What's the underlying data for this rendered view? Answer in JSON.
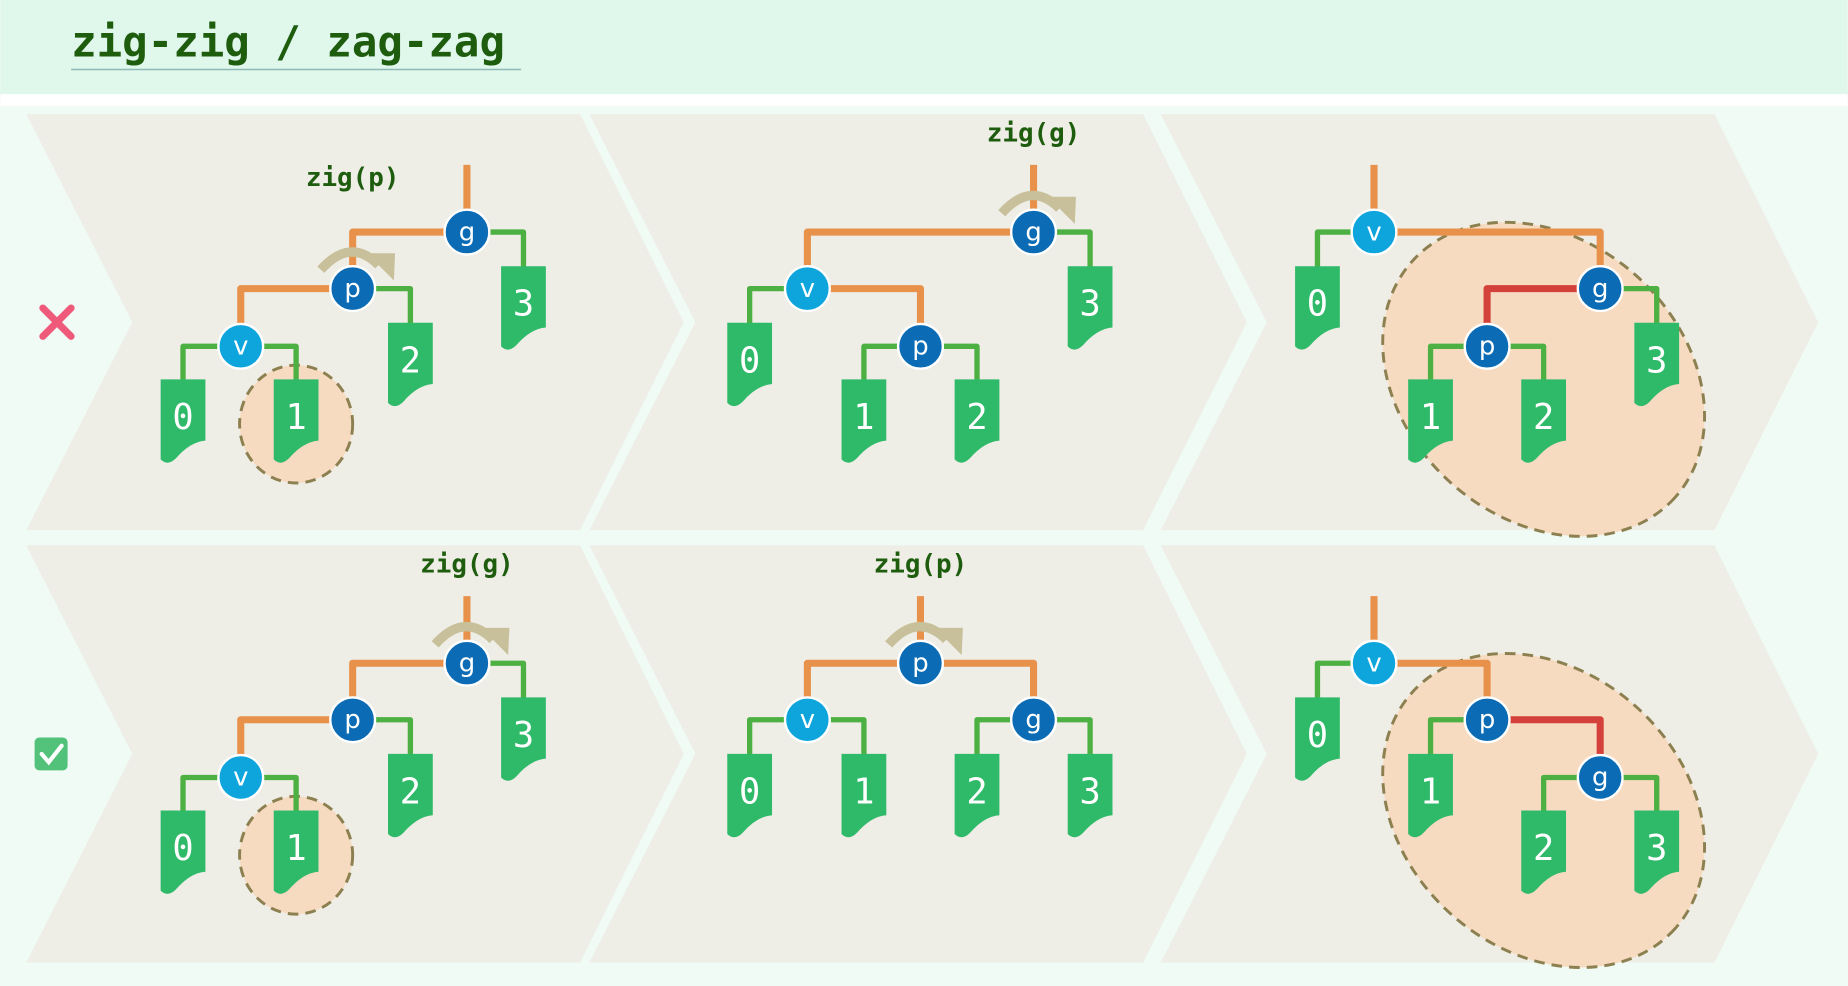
{
  "title": "zig-zig / zag-zag",
  "nodes": {
    "g": "g",
    "p": "p",
    "v": "v"
  },
  "leaves": [
    "0",
    "1",
    "2",
    "3"
  ],
  "colors": {
    "heavy_edge": "#e8914a",
    "light_edge": "#4cb043",
    "bad_edge": "#d4403a",
    "node_dark": "#0b6cb5",
    "node_target": "#0ea5dd",
    "leaf": "#2fba6a",
    "highlight": "#f7dbc1"
  },
  "rows": [
    {
      "status": "wrong",
      "status_icon": "cross-icon",
      "panels": [
        {
          "op_label": "zig(p)"
        },
        {
          "op_label": "zig(g)"
        },
        {
          "op_label": ""
        }
      ]
    },
    {
      "status": "correct",
      "status_icon": "check-icon",
      "panels": [
        {
          "op_label": "zig(g)"
        },
        {
          "op_label": "zig(p)"
        },
        {
          "op_label": ""
        }
      ]
    }
  ]
}
